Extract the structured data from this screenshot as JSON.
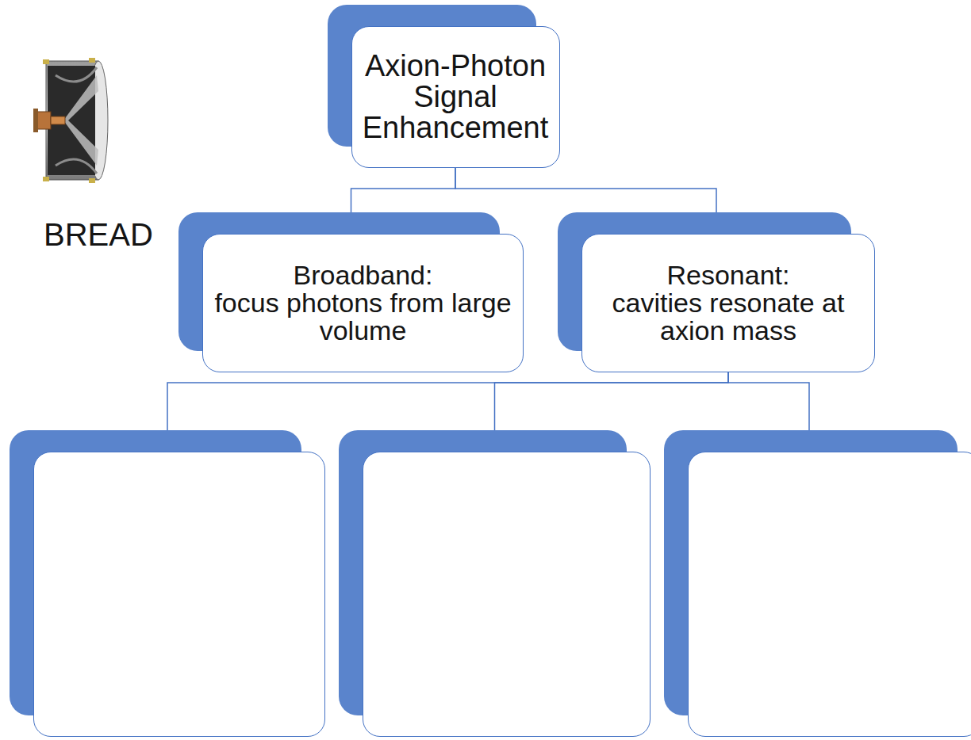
{
  "diagram": {
    "nodes": [
      {
        "text": [
          "Axion-Photon Signal Enhancement"
        ]
      },
      {
        "text": [
          "Broadband:",
          "focus photons from large volume"
        ]
      },
      {
        "text": [
          "Resonant:",
          "cavities resonate at axion mass"
        ]
      },
      {
        "text": []
      },
      {
        "text": []
      },
      {
        "text": []
      }
    ],
    "edges": [
      {
        "from": 0,
        "to": 1,
        "arrow": "none"
      },
      {
        "from": 0,
        "to": 2,
        "arrow": "none"
      },
      {
        "from": 2,
        "to": 3,
        "arrow": "none"
      },
      {
        "from": 2,
        "to": 4,
        "arrow": "none"
      },
      {
        "from": 2,
        "to": 5,
        "arrow": "none"
      }
    ],
    "labels": [
      "BREAD"
    ]
  }
}
